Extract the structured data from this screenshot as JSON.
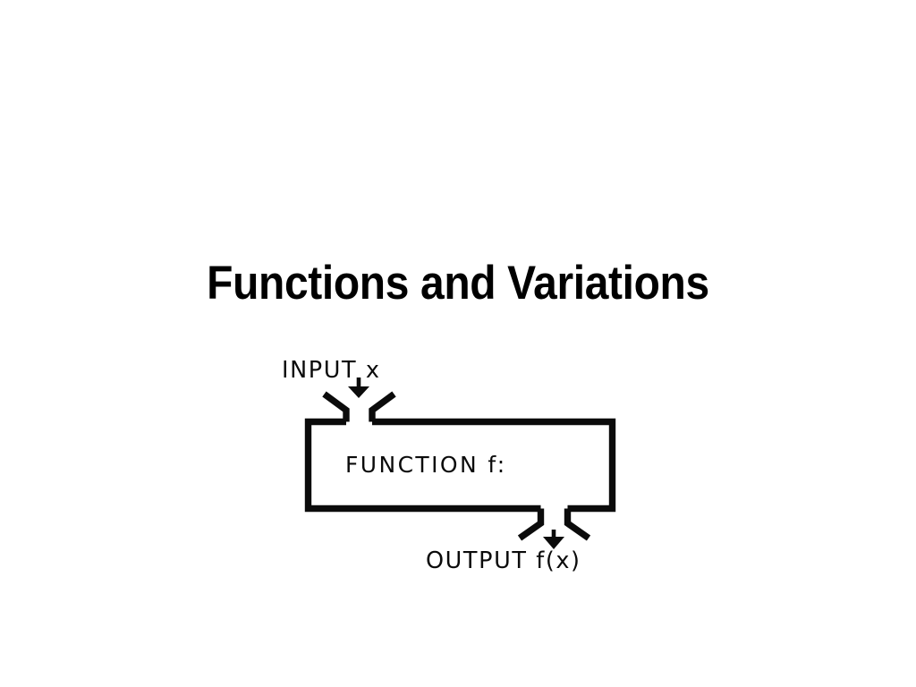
{
  "slide": {
    "title": "Functions and Variations",
    "background_color": "#ffffff",
    "text_color": "#000000"
  },
  "diagram": {
    "name": "function-machine",
    "ink_color": "#0b0b0b",
    "input_label": "INPUT x",
    "function_label": "FUNCTION f:",
    "output_label": "OUTPUT f(x)",
    "input_arrow_icon": "arrow-down-icon",
    "output_arrow_icon": "arrow-down-icon",
    "funnel_icon": "funnel-icon",
    "spout_icon": "spout-icon",
    "box_icon": "machine-box-icon"
  }
}
